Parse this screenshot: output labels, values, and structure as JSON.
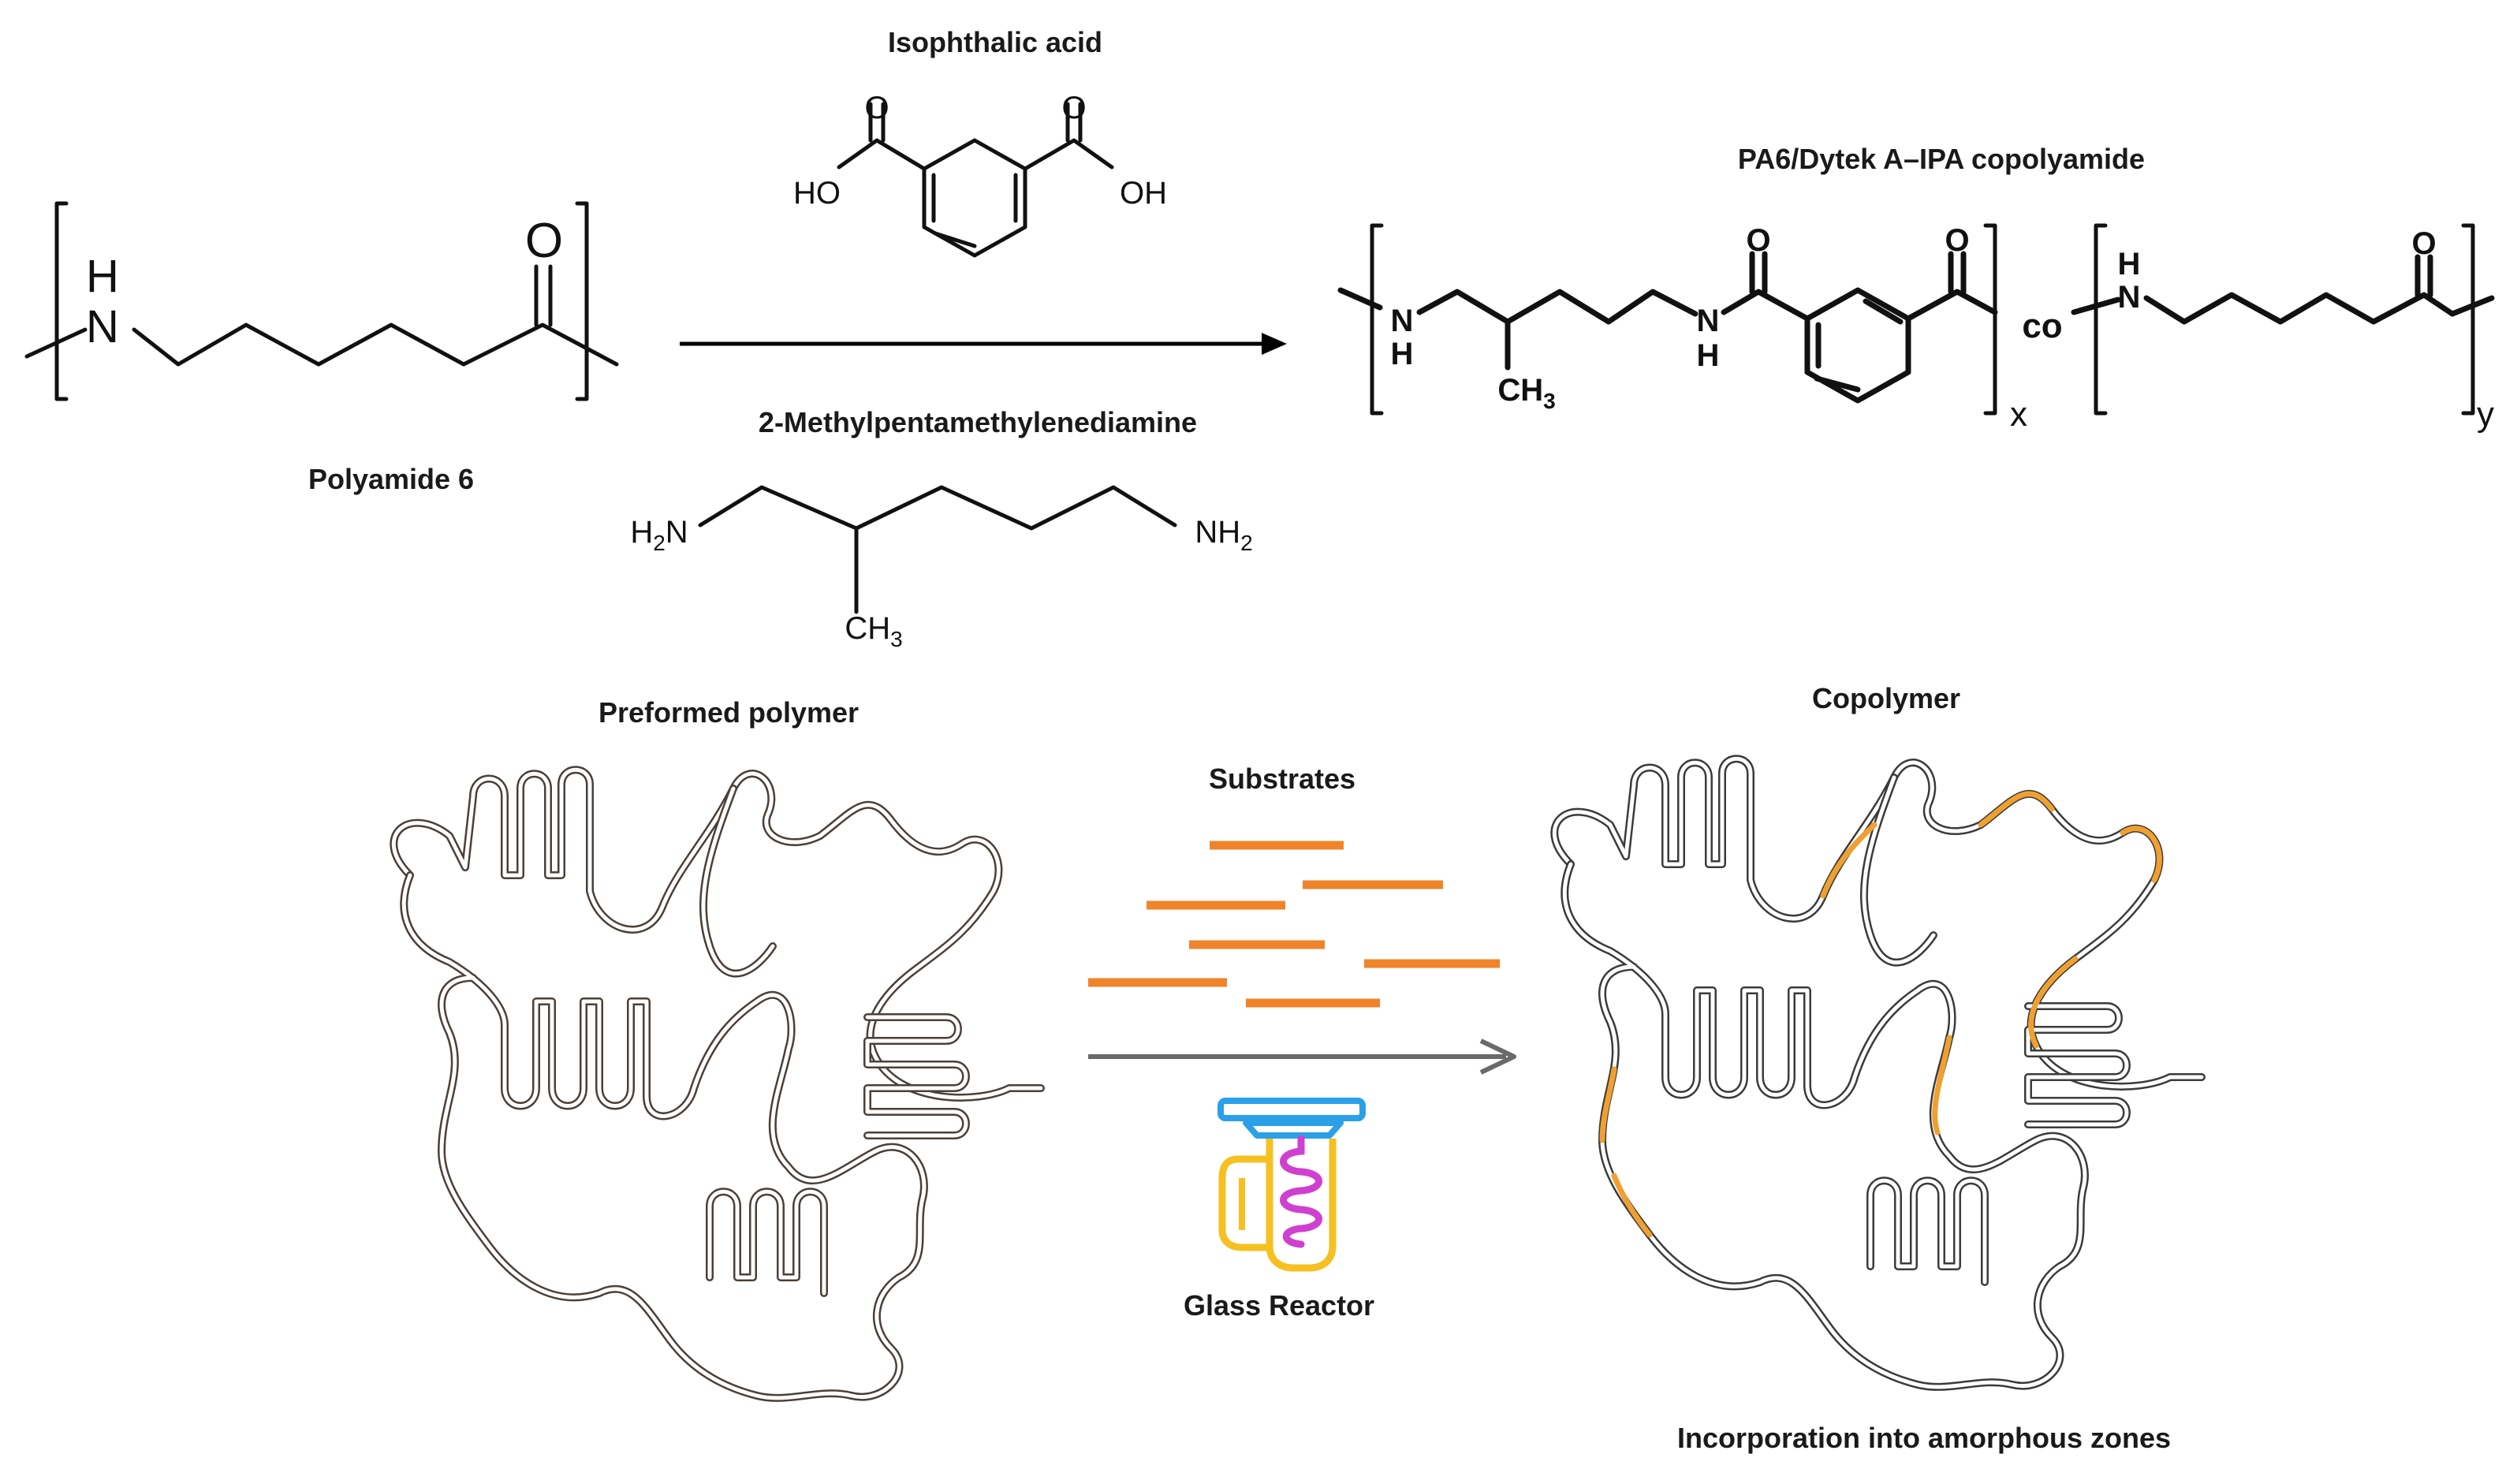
{
  "labels": {
    "isophthalic_acid": "Isophthalic acid",
    "polyamide6": "Polyamide 6",
    "diamine": "2-Methylpentamethylenediamine",
    "product": "PA6/Dytek A–IPA copolyamide",
    "preformed": "Preformed polymer",
    "substrates": "Substrates",
    "copolymer": "Copolymer",
    "glass_reactor": "Glass Reactor",
    "incorporation": "Incorporation into amorphous zones"
  },
  "atoms": {
    "ho": "HO",
    "oh": "OH",
    "o": "O",
    "h": "H",
    "n": "N",
    "nh2_n": "NH",
    "nh2_sub": "2",
    "h2n_h": "H",
    "h2n_sub": "2",
    "h2n_n": "N",
    "ch3_ch": "CH",
    "ch3_sub": "3",
    "co": "co",
    "x": "x",
    "y": "y"
  },
  "colors": {
    "chain_preformed": "#4a4038",
    "chain_copolymer": "#3b3b3b",
    "substrate": "#f0842a",
    "incorporated": "#f0a030",
    "reactor_blue": "#2aa0e8",
    "reactor_yellow": "#f5c020",
    "reactor_magenta": "#d040d0"
  }
}
